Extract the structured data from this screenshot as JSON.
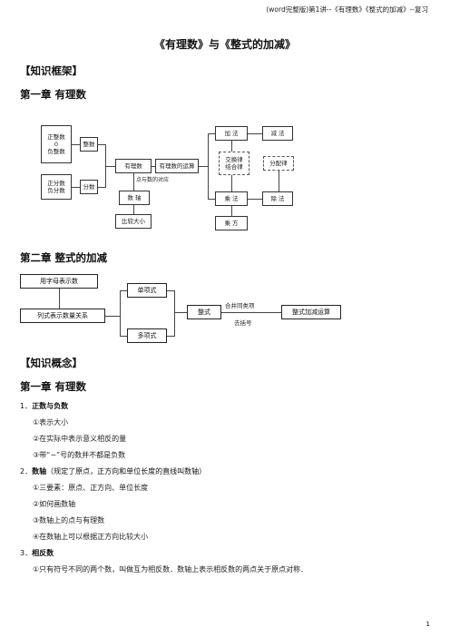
{
  "header": {
    "text": "(word完整版)第1讲--《有理数》《整式的加减》--复习"
  },
  "title": "《有理数》与《整式的加减》",
  "sections": {
    "framework": "【知识框架】",
    "concepts": "【知识概念】"
  },
  "chapters": {
    "ch1": "第一章  有理数",
    "ch2": "第二章  整式的加减",
    "ch1b": "第一章  有理数"
  },
  "diagram1": {
    "integers_group": "正整数\n0\n负整数",
    "fractions_group": "正分数\n负分数",
    "integer": "整数",
    "fraction": "分数",
    "rational": "有理数",
    "operations": "有理数的运算",
    "point_label": "点与数的对应",
    "number_line": "数  轴",
    "compare": "比较大小",
    "add": "加  法",
    "subtract": "减  法",
    "laws": "交换律\n结合律",
    "distributive": "分配律",
    "multiply": "乘  法",
    "divide": "除  法",
    "power": "乘  方"
  },
  "diagram2": {
    "letters": "用字母表示数",
    "expr": "列式表示数量关系",
    "monomial": "单项式",
    "polynomial": "多项式",
    "integral": "整式",
    "combine": "合并同类项",
    "brackets": "去括号",
    "addsub": "整式加减运算"
  },
  "items": [
    {
      "num": "1．",
      "title": "正数与负数",
      "note": ""
    },
    {
      "num": "2．",
      "title": "数轴",
      "note": "（规定了原点，正方向和单位长度的直线叫数轴）"
    },
    {
      "num": "3．",
      "title": "相反数",
      "note": ""
    }
  ],
  "subs1": [
    "①表示大小",
    "②在实际中表示意义相反的量",
    "③带“−”号的数并不都是负数"
  ],
  "subs2": [
    "①三要素：原点、正方向、单位长度",
    "②如何画数轴",
    "③数轴上的点与有理数",
    "④在数轴上可以根据正方向比较大小"
  ],
  "subs3": [
    "①只有符号不同的两个数，叫做互为相反数．数轴上表示相反数的两点关于原点对称．"
  ],
  "page_number": "1"
}
